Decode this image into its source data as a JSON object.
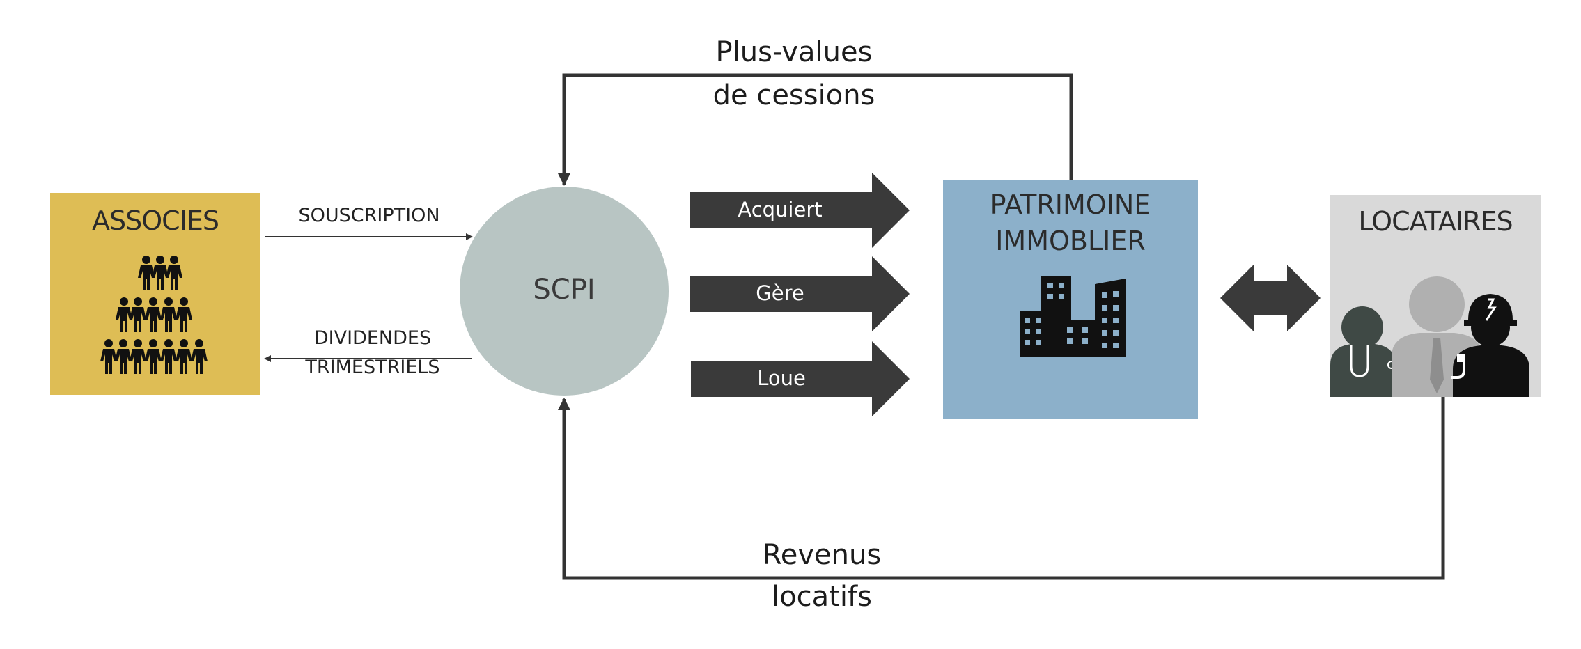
{
  "nodes": {
    "associes": {
      "title": "ASSOCIES",
      "color": "#debd55",
      "icon": "people-pyramid-icon"
    },
    "scpi": {
      "title": "SCPI",
      "color": "#b8c5c3"
    },
    "patrimoine": {
      "title_line1": "PATRIMOINE",
      "title_line2": "IMMOBLIER",
      "color": "#8cb0ca",
      "icon": "buildings-icon"
    },
    "locataires": {
      "title": "LOCATAIRES",
      "color": "#d9d9d9",
      "icon": "tenants-icon"
    }
  },
  "flows": {
    "souscription": "SOUSCRIPTION",
    "dividendes_line1": "DIVIDENDES",
    "dividendes_line2": "TRIMESTRIELS",
    "plus_values_line1": "Plus-values",
    "plus_values_line2": "de cessions",
    "revenus_line1": "Revenus",
    "revenus_line2": "locatifs"
  },
  "actions": [
    {
      "label": "Acquiert"
    },
    {
      "label": "Gère"
    },
    {
      "label": "Loue"
    }
  ],
  "colors": {
    "arrow_dark": "#3a3a3a",
    "line": "#333333"
  }
}
